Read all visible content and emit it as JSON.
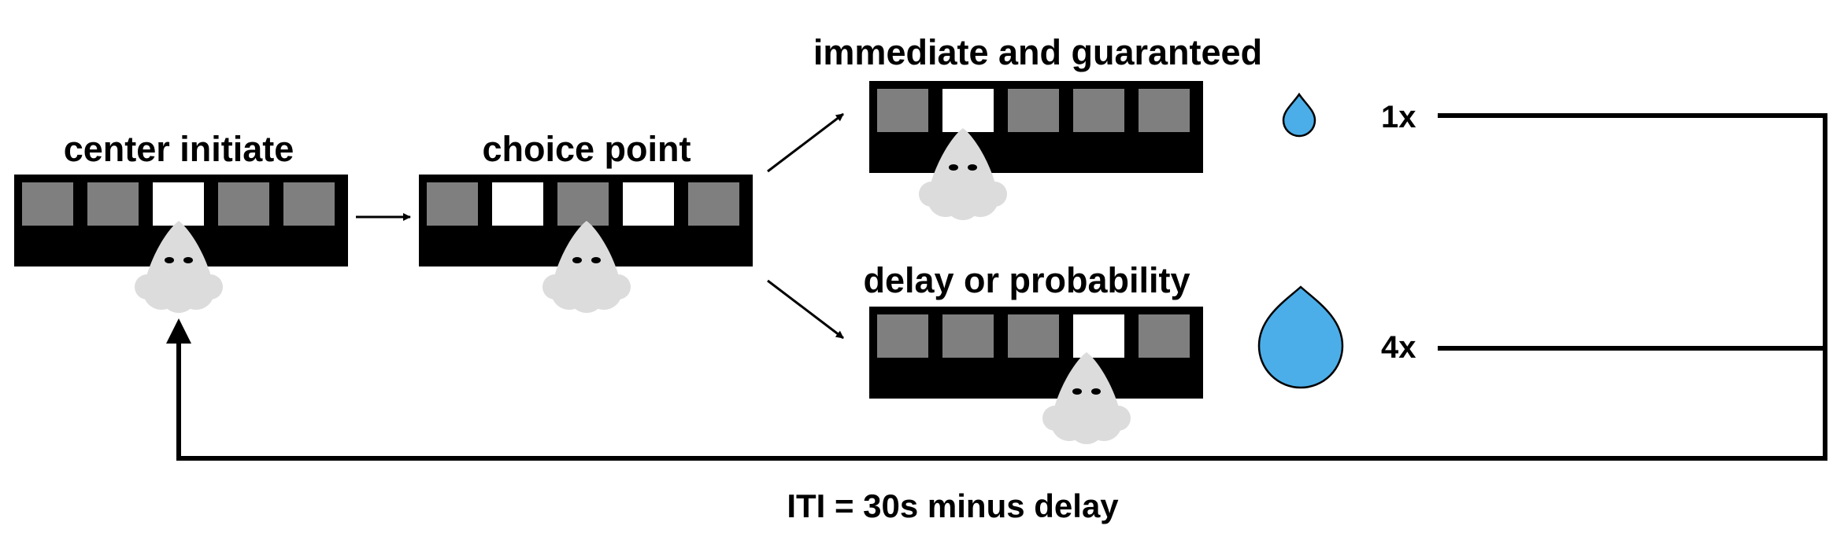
{
  "stages": {
    "center_initiate": {
      "title": "center initiate",
      "ports": [
        "dark",
        "dark",
        "lit",
        "dark",
        "dark"
      ]
    },
    "choice_point": {
      "title": "choice point",
      "ports": [
        "dark",
        "lit",
        "dark",
        "lit",
        "dark"
      ]
    },
    "immediate": {
      "title": "immediate and guaranteed",
      "ports": [
        "dark",
        "lit",
        "dark",
        "dark",
        "dark"
      ]
    },
    "delay": {
      "title": "delay or probability",
      "ports": [
        "dark",
        "dark",
        "dark",
        "lit",
        "dark"
      ]
    }
  },
  "rewards": {
    "small": {
      "label": "1x",
      "icon": "water-drop-small-icon"
    },
    "large": {
      "label": "4x",
      "icon": "water-drop-large-icon"
    }
  },
  "iti_label": "ITI = 30s minus delay",
  "colors": {
    "panel": "#000000",
    "port_dark": "#7f7f7f",
    "port_lit": "#ffffff",
    "nose": "#dcdcdc",
    "drop": "#4baee8"
  }
}
